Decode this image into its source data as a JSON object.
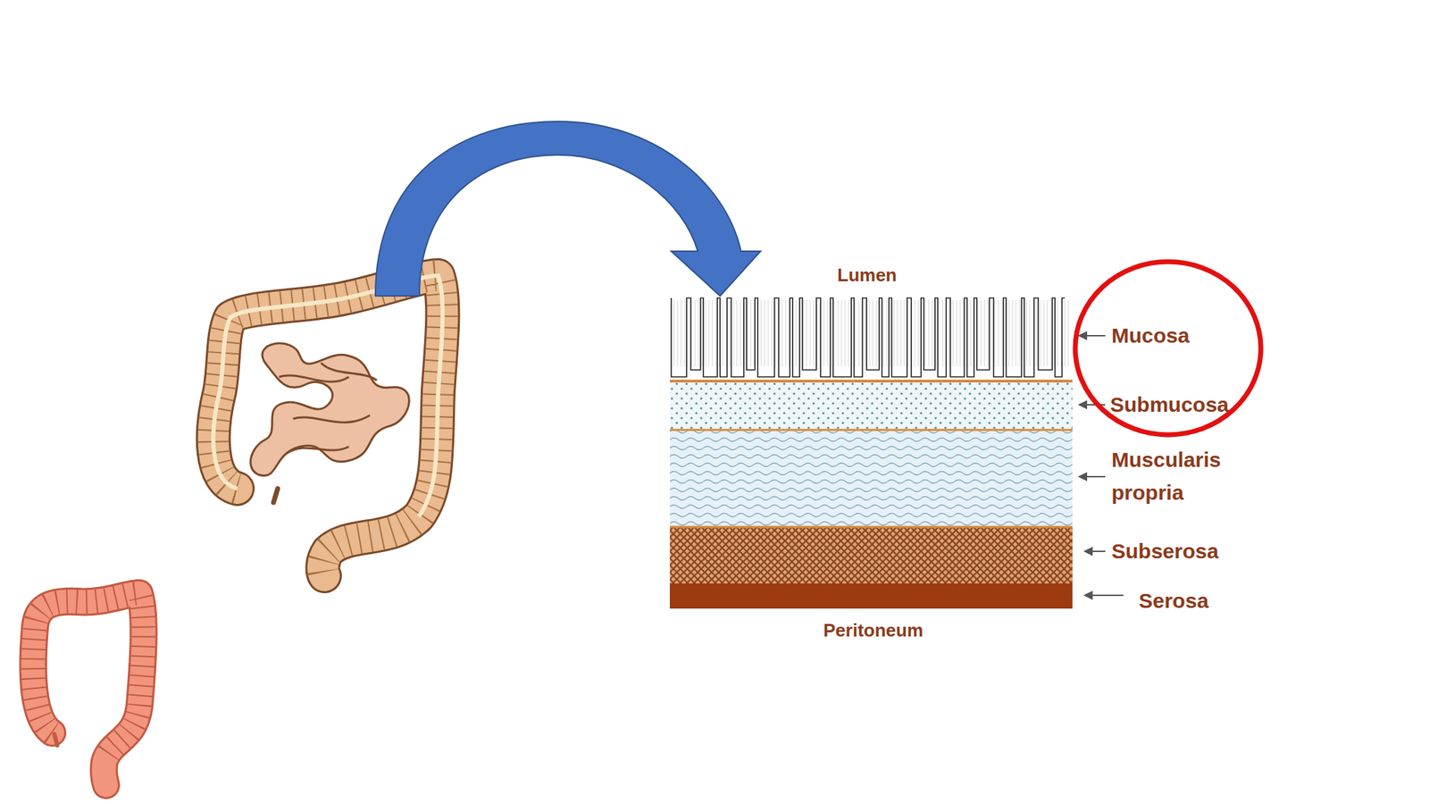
{
  "diagram": {
    "labels": [
      "Lumen",
      "Mucosa",
      "Submucosa",
      "Muscularis propria",
      "Subserosa",
      "Serosa",
      "Peritoneum"
    ]
  }
}
